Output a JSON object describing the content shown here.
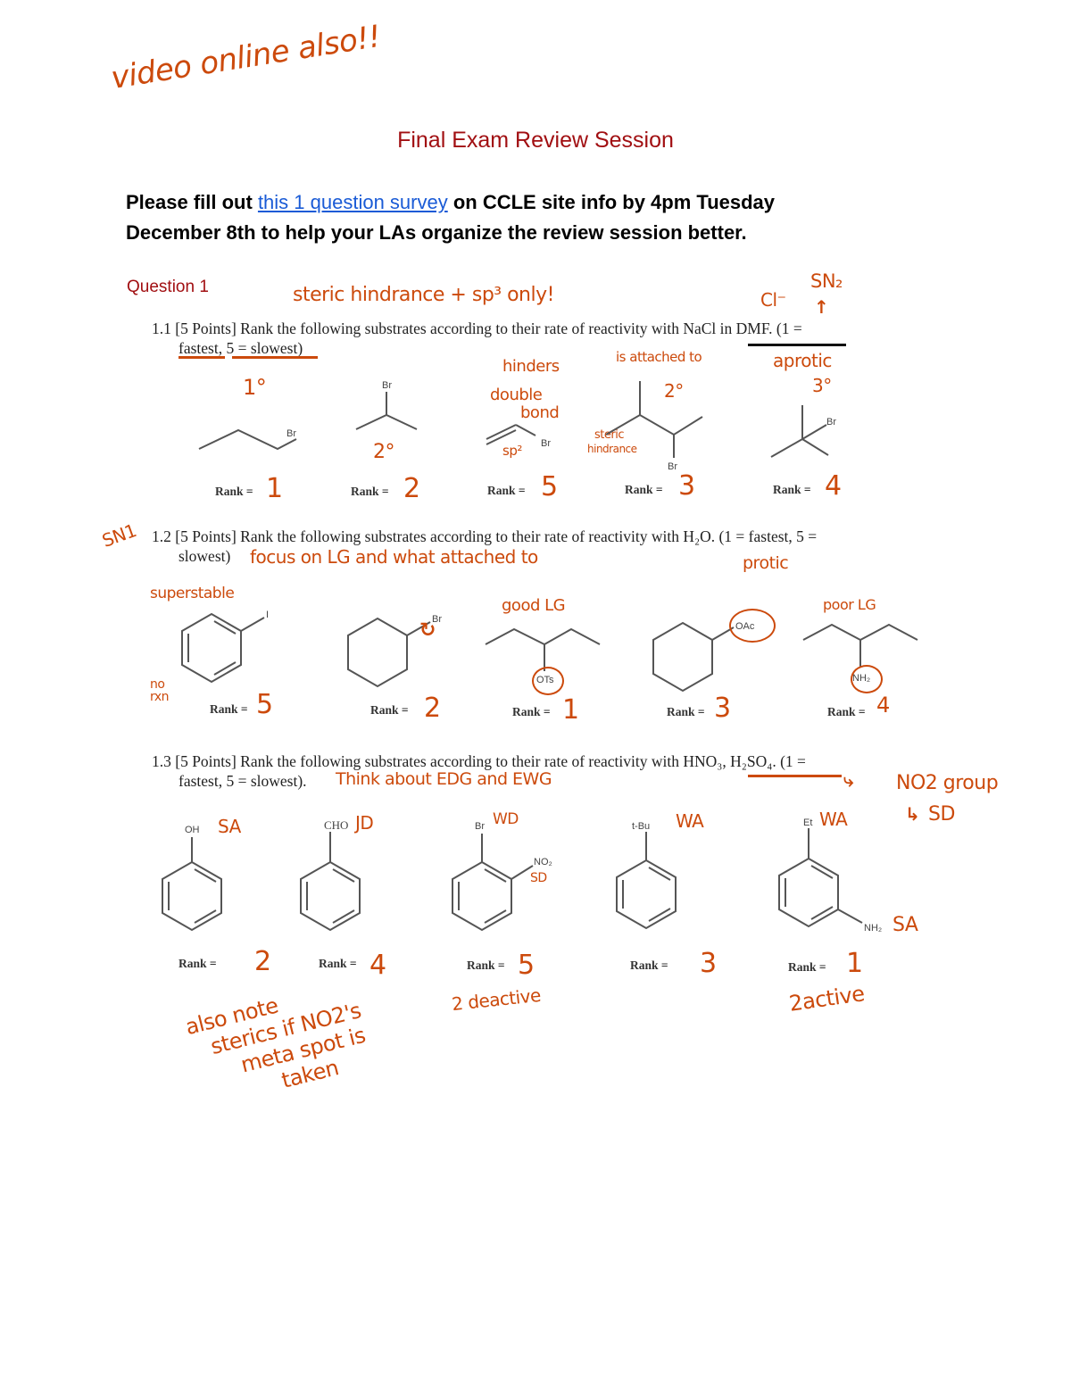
{
  "annotations_top": {
    "video_note": "video online also!!"
  },
  "header": {
    "title": "Final Exam Review Session",
    "intro_prefix": "Please fill out ",
    "survey_link": "this 1 question survey",
    "intro_suffix_line1": " on CCLE site info by 4pm Tuesday",
    "intro_line2": "December 8th to help your LAs organize the review session better."
  },
  "question1": {
    "label": "Question 1",
    "annotation_heading": "steric hindrance + sp³ only!",
    "part1": {
      "number": "1.1",
      "text_line1": "[5 Points] Rank the following substrates according to their rate of reactivity with NaCl in DMF. (1 =",
      "text_line2": "fastest, 5 = slowest)",
      "annotations": {
        "cl": "Cl⁻",
        "sn2": "SN₂",
        "aprotic": "aprotic",
        "hinders": "hinders",
        "double": "double",
        "bond": "bond",
        "attached": "is attached to",
        "steric": "steric",
        "hindrance": "hindrance",
        "sp2": "sp²"
      },
      "substrates": [
        {
          "label": "Br",
          "degree": "1°",
          "rank_label": "Rank =",
          "rank": "1"
        },
        {
          "label": "Br",
          "degree": "2°",
          "rank_label": "Rank =",
          "rank": "2"
        },
        {
          "label": "Br",
          "degree": "",
          "rank_label": "Rank =",
          "rank": "5"
        },
        {
          "label": "Br",
          "degree": "2°",
          "rank_label": "Rank =",
          "rank": "3"
        },
        {
          "label": "Br",
          "degree": "3°",
          "rank_label": "Rank =",
          "rank": "4"
        }
      ]
    },
    "part2": {
      "number": "1.2",
      "side_note": "SN1",
      "text_line1": "[5 Points] Rank the following substrates according to their rate of reactivity with H₂O. (1 = fastest, 5 =",
      "text_line2": "slowest)",
      "annotations": {
        "focus": "focus on LG and what attached to",
        "protic": "protic",
        "superstable": "superstable",
        "no_rxn": "no rxn",
        "good_lg": "good LG",
        "poor_lg": "poor LG"
      },
      "substrates": [
        {
          "label": "I",
          "rank_label": "Rank =",
          "rank": "5"
        },
        {
          "label": "Br",
          "rank_label": "Rank =",
          "rank": "2"
        },
        {
          "label": "OTs",
          "rank_label": "Rank =",
          "rank": "1"
        },
        {
          "label": "OAc",
          "rank_label": "Rank =",
          "rank": "3"
        },
        {
          "label": "NH₂",
          "rank_label": "Rank =",
          "rank": "4"
        }
      ]
    },
    "part3": {
      "number": "1.3",
      "text_line1": "[5 Points] Rank the following substrates according to their rate of reactivity with HNO₃, H₂SO₄. (1 =",
      "text_line2": "fastest, 5 = slowest).",
      "annotations": {
        "think": "Think about EDG and EWG",
        "no2_group": "NO2 group",
        "sd": "SD",
        "two_deactive": "2 deactive",
        "two_active": "2active",
        "note_line1": "also note",
        "note_line2": "sterics if NO2's",
        "note_line3": "meta spot is",
        "note_line4": "taken"
      },
      "substrates": [
        {
          "label": "OH",
          "tag": "SA",
          "rank_label": "Rank =",
          "rank": "2"
        },
        {
          "label": "CHO",
          "tag": "JD",
          "rank_label": "Rank =",
          "rank": "4"
        },
        {
          "label": "Br",
          "label2": "NO₂",
          "tag": "WD",
          "tag2": "SD",
          "rank_label": "Rank =",
          "rank": "5"
        },
        {
          "label": "t-Bu",
          "tag": "WA",
          "rank_label": "Rank =",
          "rank": "3"
        },
        {
          "label": "Et",
          "label2": "NH₂",
          "tag": "WA",
          "tag2": "SA",
          "rank_label": "Rank =",
          "rank": "1"
        }
      ]
    }
  }
}
